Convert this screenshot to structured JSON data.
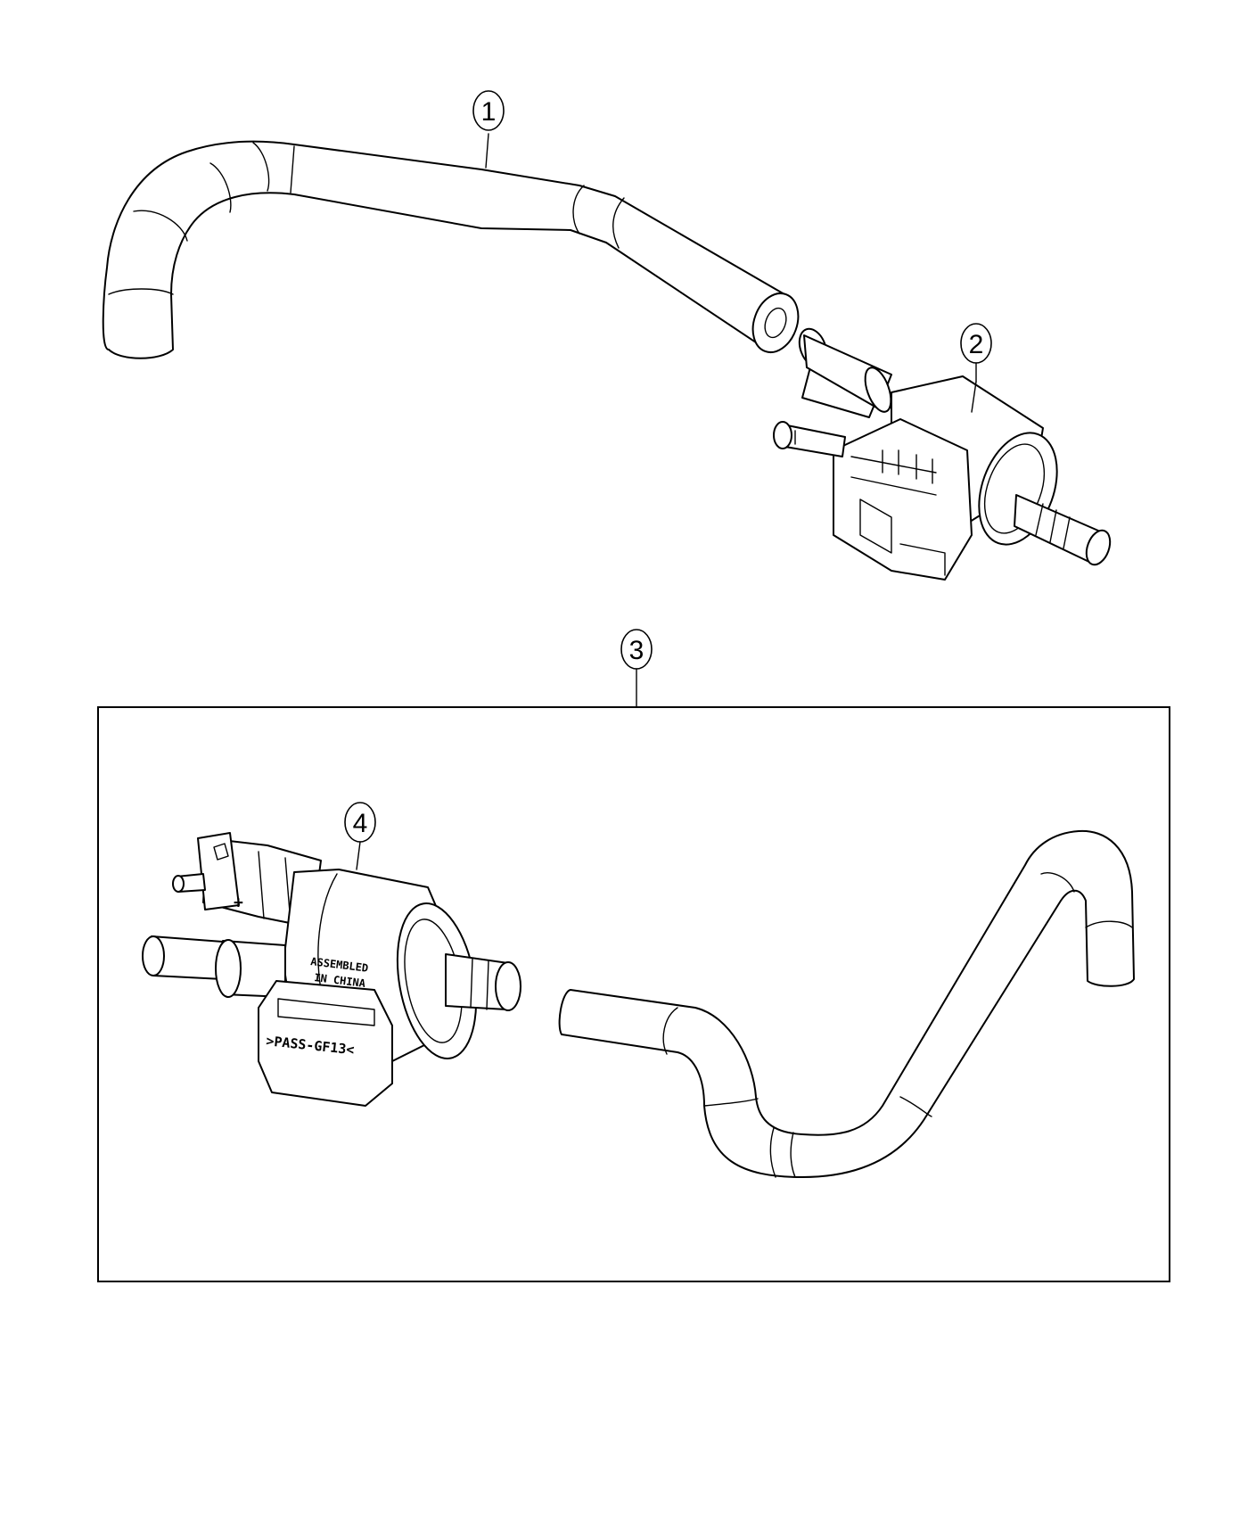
{
  "callouts": {
    "c1": "1",
    "c2": "2",
    "c3": "3",
    "c4": "4"
  },
  "stamps": {
    "plus_sign": "+",
    "assembled_line1": "ASSEMBLED",
    "assembled_line2": "IN CHINA",
    "pass_code": ">PASS-GF13<"
  }
}
